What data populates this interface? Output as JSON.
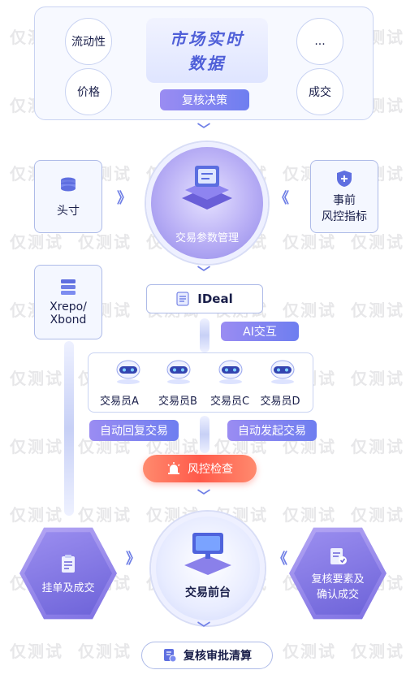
{
  "top": {
    "title_line1": "市场实时",
    "title_line2": "数据",
    "btn_review": "复核决策",
    "nodes": [
      "流动性",
      "价格",
      "...",
      "成交"
    ]
  },
  "mid": {
    "left_box": "头寸",
    "right_box_line1": "事前",
    "right_box_line2": "风控指标",
    "center_circle": "交易参数管理"
  },
  "xrepo": {
    "line1": "Xrepo/",
    "line2": "Xbond"
  },
  "ideal": "IDeal",
  "ai": "AI交互",
  "traders": [
    "交易员A",
    "交易员B",
    "交易员C",
    "交易员D"
  ],
  "auto_reply": "自动回复交易",
  "auto_initiate": "自动发起交易",
  "risk_check": "风控检查",
  "bottom": {
    "left_hex": "挂单及成交",
    "center_circle": "交易前台",
    "right_hex_line1": "复核要素及",
    "right_hex_line2": "确认成交",
    "final": "复核审批清算"
  },
  "watermark": "仅测试",
  "colors": {
    "accent": "#6e7ef0",
    "purple": "#8f87e8",
    "risk": "#ff6a4a"
  }
}
